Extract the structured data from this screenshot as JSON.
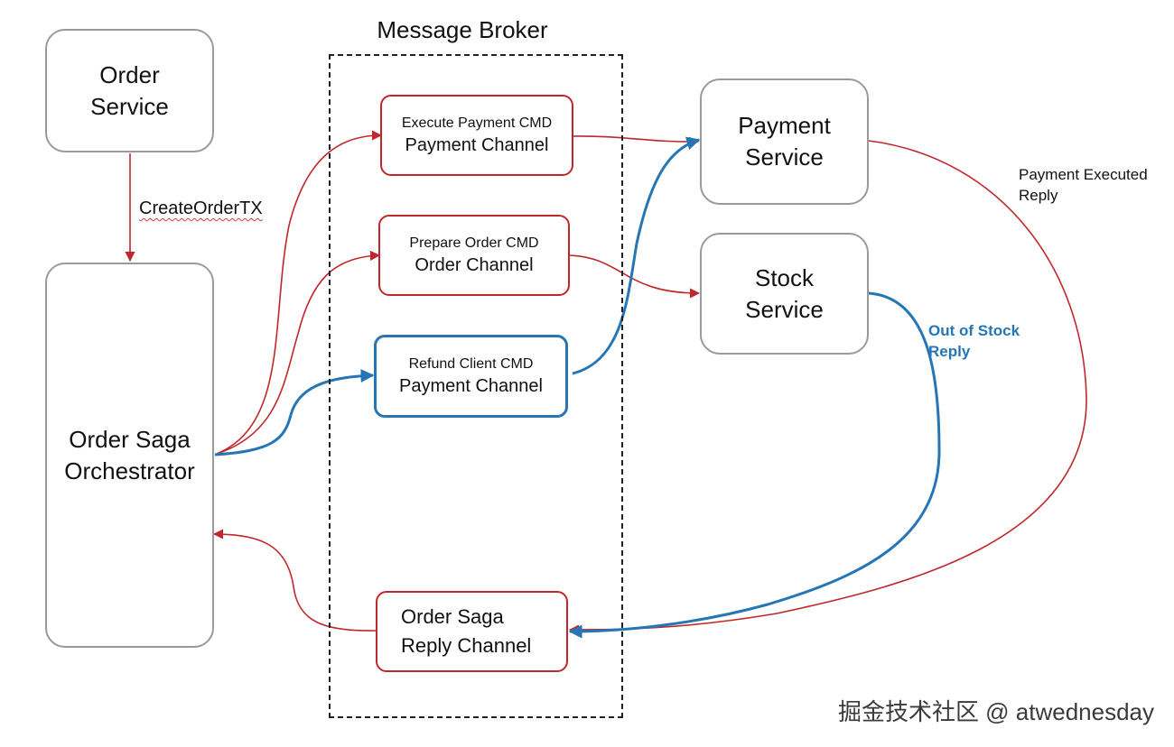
{
  "broker": {
    "title": "Message Broker"
  },
  "services": {
    "order": {
      "line1": "Order",
      "line2": "Service"
    },
    "saga": {
      "line1": "Order Saga",
      "line2": "Orchestrator"
    },
    "payment": {
      "line1": "Payment",
      "line2": "Service"
    },
    "stock": {
      "line1": "Stock",
      "line2": "Service"
    }
  },
  "channels": {
    "execute_payment": {
      "cmd": "Execute Payment CMD",
      "channel": "Payment Channel"
    },
    "prepare_order": {
      "cmd": "Prepare Order CMD",
      "channel": "Order Channel"
    },
    "refund_client": {
      "cmd": "Refund Client CMD",
      "channel": "Payment Channel"
    },
    "reply": {
      "line1": "Order Saga",
      "line2": "Reply Channel"
    }
  },
  "edge_labels": {
    "create_order": "CreateOrderTX",
    "payment_reply_1": "Payment Executed",
    "payment_reply_2": "Reply",
    "stock_reply_1": "Out of Stock",
    "stock_reply_2": "Reply"
  },
  "watermark": "掘金技术社区 @ atwednesday",
  "colors": {
    "red": "#c0272d",
    "blue": "#2676b5",
    "service_border": "#9a9a9a"
  }
}
